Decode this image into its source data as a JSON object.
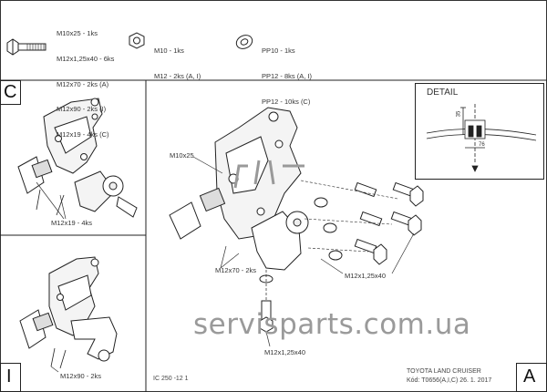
{
  "parts": {
    "bolts_list": [
      "M10x25 - 1ks",
      "M12x1,25x40 - 6ks",
      "M12x70 - 2ks (A)",
      "M12x90 - 2ks (I)",
      "M12x19 - 4ks (C)"
    ],
    "nuts_list": [
      "M10 - 1ks",
      "M12 - 2ks (A, I)"
    ],
    "washers_list": [
      "PP10 - 1ks",
      "PP12 - 8ks (A, I)",
      "PP12 - 10ks (C)"
    ]
  },
  "panels": {
    "c": "C",
    "i": "I",
    "a": "A"
  },
  "callouts": {
    "c_bolt": "M12x19 - 4ks",
    "i_bolt": "M12x90 - 2ks",
    "a_m10": "M10x25",
    "a_m12x70": "M12x70 - 2ks",
    "a_m12x125_right": "M12x1,25x40",
    "a_m12x125_bottom": "M12x1,25x40"
  },
  "detail": {
    "title": "DETAIL",
    "dim_height": "35",
    "dim_width": "76"
  },
  "footer": {
    "doc_no": "IC 250 -12 1",
    "vehicle": "TOYOTA LAND CRUISER",
    "code": "Kód: T0656(A,I,C)  26. 1. 2017"
  },
  "watermark": "servisparts.com.ua"
}
